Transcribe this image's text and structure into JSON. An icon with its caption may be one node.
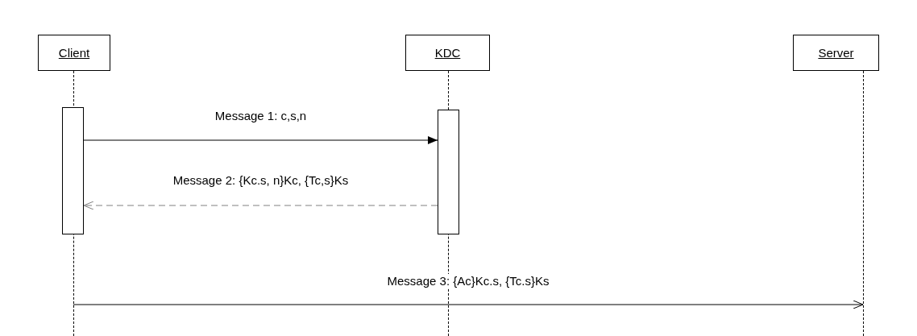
{
  "diagram": {
    "nodes": [
      {
        "text": [
          "Client"
        ]
      },
      {
        "text": [
          "KDC"
        ]
      },
      {
        "text": [
          "Server"
        ]
      },
      {
        "text": [],
        "shape": "bar"
      },
      {
        "text": [],
        "shape": "bar"
      },
      {
        "text": [],
        "shape": "line"
      },
      {
        "text": [],
        "shape": "line"
      },
      {
        "text": [],
        "shape": "line"
      }
    ],
    "edges": [
      {
        "from": 3,
        "to": 4,
        "arrow": "to",
        "label": "Message 1: c,s,n"
      },
      {
        "from": 4,
        "to": 3,
        "arrow": "to",
        "label": "Message 2: {Kc.s, n}Kc, {Tc,s}Ks",
        "style": "dashed",
        "color": "#808080"
      },
      {
        "from": 5,
        "to": 7,
        "arrow": "to",
        "label": "Message 3: {Ac}Kc.s, {Tc.s}Ks"
      }
    ]
  }
}
